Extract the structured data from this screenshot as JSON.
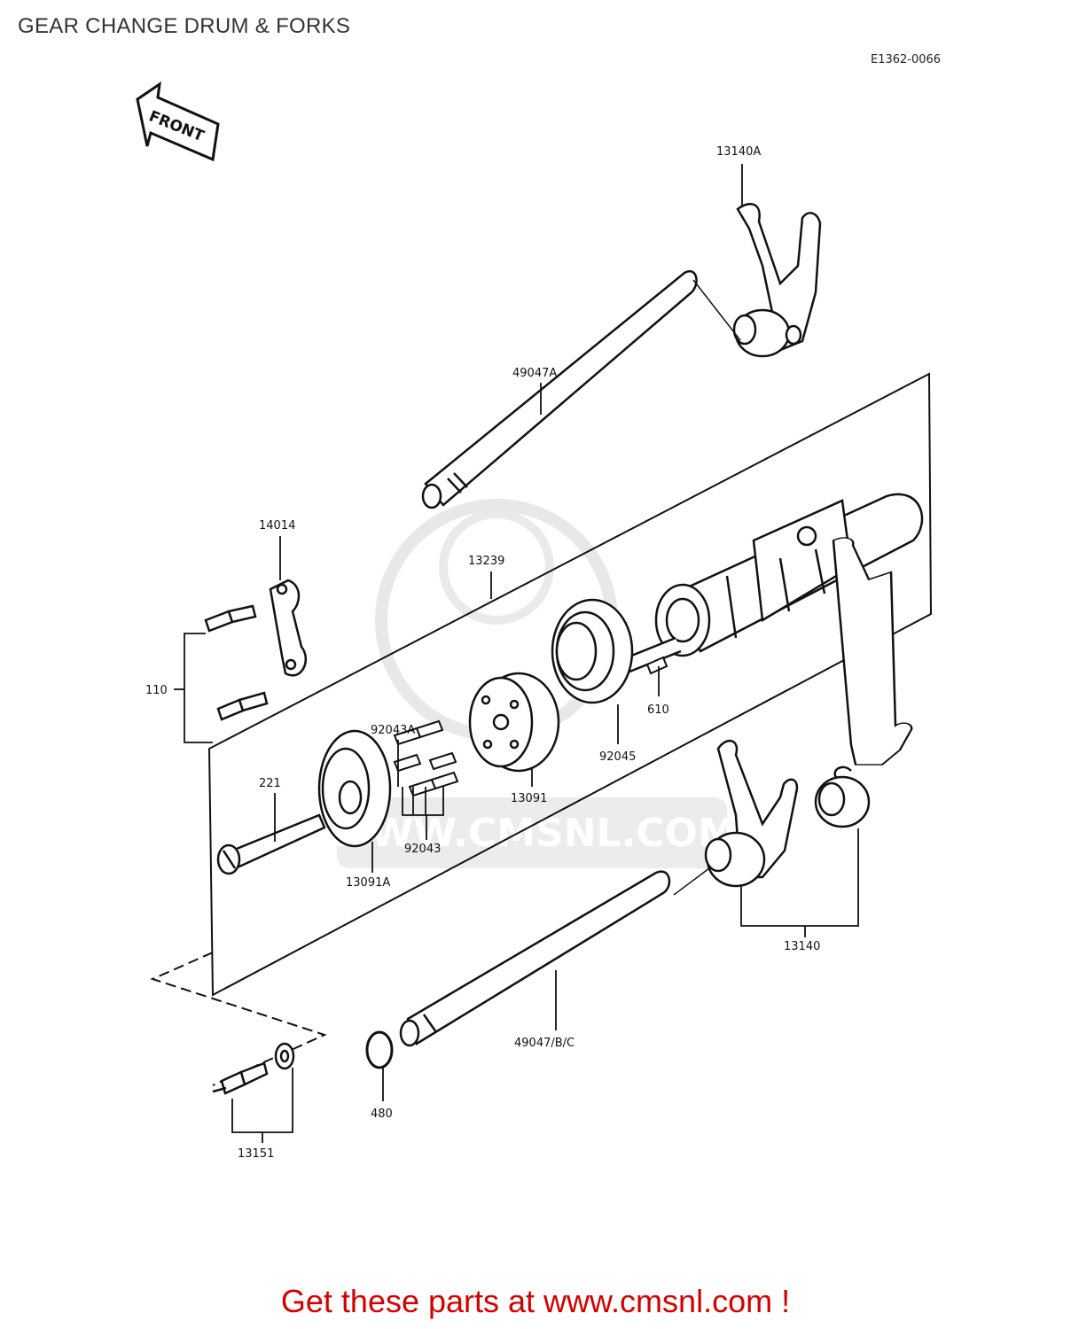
{
  "header": {
    "title": "GEAR CHANGE DRUM & FORKS",
    "diagram_code": "E1362-0066"
  },
  "front_arrow": {
    "label": "FRONT"
  },
  "parts": {
    "p13140A": "13140A",
    "p49047A": "49047A",
    "p14014": "14014",
    "p13239": "13239",
    "p110": "110",
    "p92043A": "92043A",
    "p92045": "92045",
    "p610": "610",
    "p221": "221",
    "p13091": "13091",
    "p92043": "92043",
    "p13091A": "13091A",
    "p13140": "13140",
    "p49047BC": "49047/B/C",
    "p480": "480",
    "p13151": "13151"
  },
  "watermark": {
    "text": "WWW.CMSNL.COM"
  },
  "footer": {
    "cta": "Get these parts at www.cmsnl.com !"
  },
  "colors": {
    "footer": "#d10000",
    "line": "#111111",
    "watermark": "#e6e6e6"
  }
}
